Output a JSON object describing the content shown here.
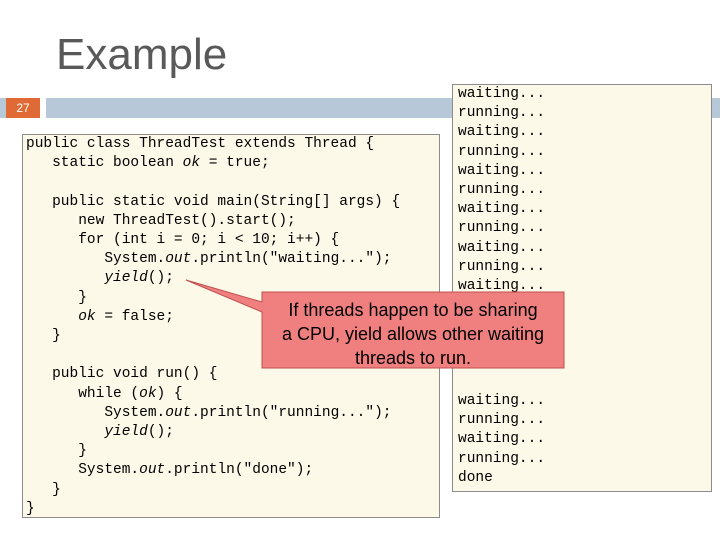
{
  "slide": {
    "title": "Example",
    "number": "27"
  },
  "code": {
    "lines": [
      {
        "parts": [
          {
            "t": "public class ThreadTest extends Thread {",
            "i": false
          }
        ]
      },
      {
        "parts": [
          {
            "t": "   static boolean ",
            "i": false
          },
          {
            "t": "ok",
            "i": true
          },
          {
            "t": " = true;",
            "i": false
          }
        ]
      },
      {
        "parts": [
          {
            "t": "",
            "i": false
          }
        ]
      },
      {
        "parts": [
          {
            "t": "   public static void main(String[] args) {",
            "i": false
          }
        ]
      },
      {
        "parts": [
          {
            "t": "      new ThreadTest().start();",
            "i": false
          }
        ]
      },
      {
        "parts": [
          {
            "t": "      for (int i = 0; i < 10; i++) {",
            "i": false
          }
        ]
      },
      {
        "parts": [
          {
            "t": "         System.",
            "i": false
          },
          {
            "t": "out",
            "i": true
          },
          {
            "t": ".println(\"waiting...\");",
            "i": false
          }
        ]
      },
      {
        "parts": [
          {
            "t": "         ",
            "i": false
          },
          {
            "t": "yield",
            "i": true
          },
          {
            "t": "();",
            "i": false
          }
        ]
      },
      {
        "parts": [
          {
            "t": "      }",
            "i": false
          }
        ]
      },
      {
        "parts": [
          {
            "t": "      ",
            "i": false
          },
          {
            "t": "ok",
            "i": true
          },
          {
            "t": " = false;",
            "i": false
          }
        ]
      },
      {
        "parts": [
          {
            "t": "   }",
            "i": false
          }
        ]
      },
      {
        "parts": [
          {
            "t": "",
            "i": false
          }
        ]
      },
      {
        "parts": [
          {
            "t": "   public void run() {",
            "i": false
          }
        ]
      },
      {
        "parts": [
          {
            "t": "      while (",
            "i": false
          },
          {
            "t": "ok",
            "i": true
          },
          {
            "t": ") {",
            "i": false
          }
        ]
      },
      {
        "parts": [
          {
            "t": "         System.",
            "i": false
          },
          {
            "t": "out",
            "i": true
          },
          {
            "t": ".println(\"running...\");",
            "i": false
          }
        ]
      },
      {
        "parts": [
          {
            "t": "         ",
            "i": false
          },
          {
            "t": "yield",
            "i": true
          },
          {
            "t": "();",
            "i": false
          }
        ]
      },
      {
        "parts": [
          {
            "t": "      }",
            "i": false
          }
        ]
      },
      {
        "parts": [
          {
            "t": "      System.",
            "i": false
          },
          {
            "t": "out",
            "i": true
          },
          {
            "t": ".println(\"done\");",
            "i": false
          }
        ]
      },
      {
        "parts": [
          {
            "t": "   }",
            "i": false
          }
        ]
      },
      {
        "parts": [
          {
            "t": "}",
            "i": false
          }
        ]
      }
    ]
  },
  "output": {
    "top_lines": [
      "waiting...",
      "running...",
      "waiting...",
      "running...",
      "waiting...",
      "running...",
      "waiting...",
      "running...",
      "waiting...",
      "running...",
      "waiting..."
    ],
    "bottom_lines": [
      "waiting...",
      "running...",
      "waiting...",
      "running...",
      "done"
    ]
  },
  "callout": {
    "line1": "If threads happen to be sharing",
    "line2": "a CPU, yield allows other waiting",
    "line3": "threads to run.",
    "fill": "#f08080",
    "stroke": "#c05050"
  }
}
